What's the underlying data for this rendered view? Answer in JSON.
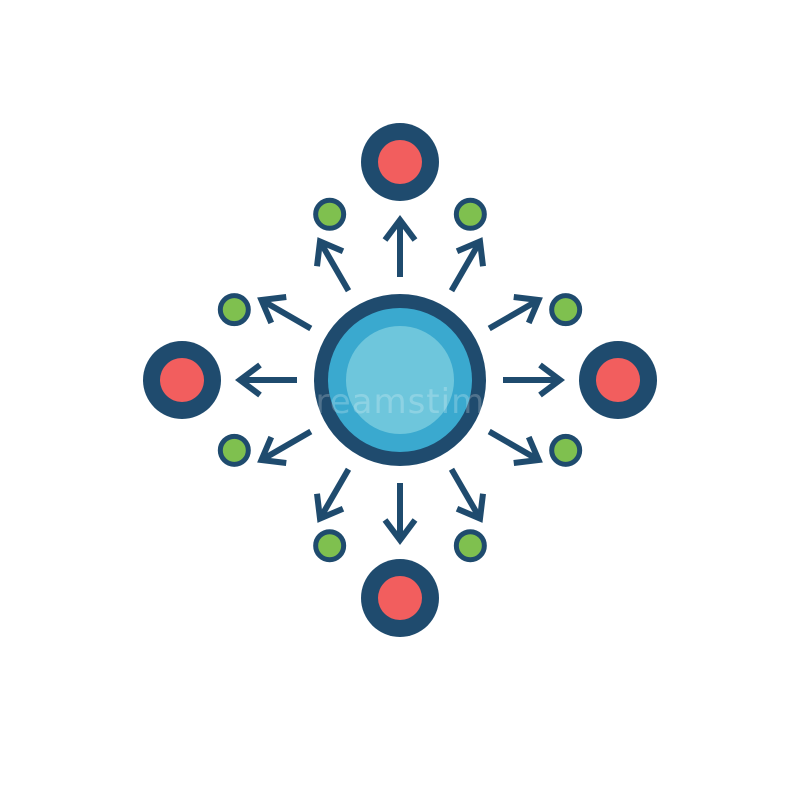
{
  "diagram": {
    "type": "radial-distribution-icon",
    "colors": {
      "background": "#ffffff",
      "outline": "#1f4b6e",
      "hub_outer": "#3aa9cf",
      "hub_inner": "#6ec6dc",
      "primary_node_fill": "#f25e5e",
      "secondary_node_fill": "#7fc04f"
    },
    "hub": {
      "name": "central-hub"
    },
    "primary_nodes": [
      {
        "name": "node-top"
      },
      {
        "name": "node-right"
      },
      {
        "name": "node-bottom"
      },
      {
        "name": "node-left"
      }
    ],
    "secondary_nodes": [
      {
        "name": "small-node-1"
      },
      {
        "name": "small-node-2"
      },
      {
        "name": "small-node-3"
      },
      {
        "name": "small-node-4"
      },
      {
        "name": "small-node-5"
      },
      {
        "name": "small-node-6"
      },
      {
        "name": "small-node-7"
      },
      {
        "name": "small-node-8"
      }
    ],
    "arrow_count": 12
  },
  "watermark": {
    "text": "dreamstime"
  }
}
